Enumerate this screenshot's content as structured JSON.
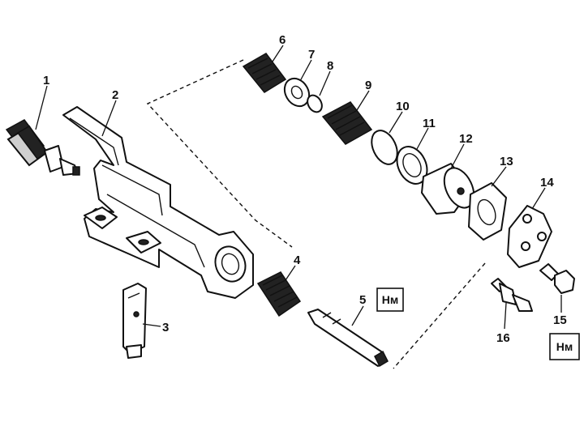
{
  "callouts": [
    "1",
    "2",
    "3",
    "4",
    "5",
    "6",
    "7",
    "8",
    "9",
    "10",
    "11",
    "12",
    "13",
    "14",
    "15",
    "16"
  ],
  "torque_label": "Нм"
}
